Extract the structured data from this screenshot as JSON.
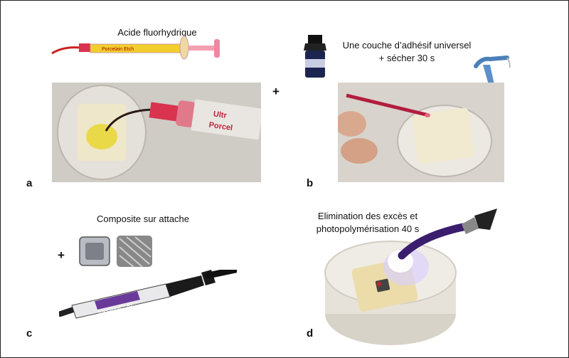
{
  "panels": {
    "a": {
      "letter": "a",
      "caption": "Acide fluorhydrique",
      "syringe_label_1": "Porcelain Etch",
      "syringe_label_2": "Ultr",
      "syringe_label_3": "Porcel"
    },
    "b": {
      "letter": "b",
      "caption_line1": "Une couche d’adhésif universel",
      "caption_line2": "+ sécher 30 s"
    },
    "c": {
      "letter": "c",
      "caption": "Composite sur attache",
      "syringe_label": "Transbond™ XT"
    },
    "d": {
      "letter": "d",
      "caption_line1": "Elimination des excès et",
      "caption_line2": "photopolymérisation 40 s"
    }
  },
  "plus_signs": {
    "between_a_b": "+",
    "before_brackets": "+"
  },
  "colors": {
    "syringe_red": "#d8344f",
    "etch_yellow": "#e8d631",
    "cure_light": "#8a5cff",
    "block_white": "#ece9e2"
  }
}
